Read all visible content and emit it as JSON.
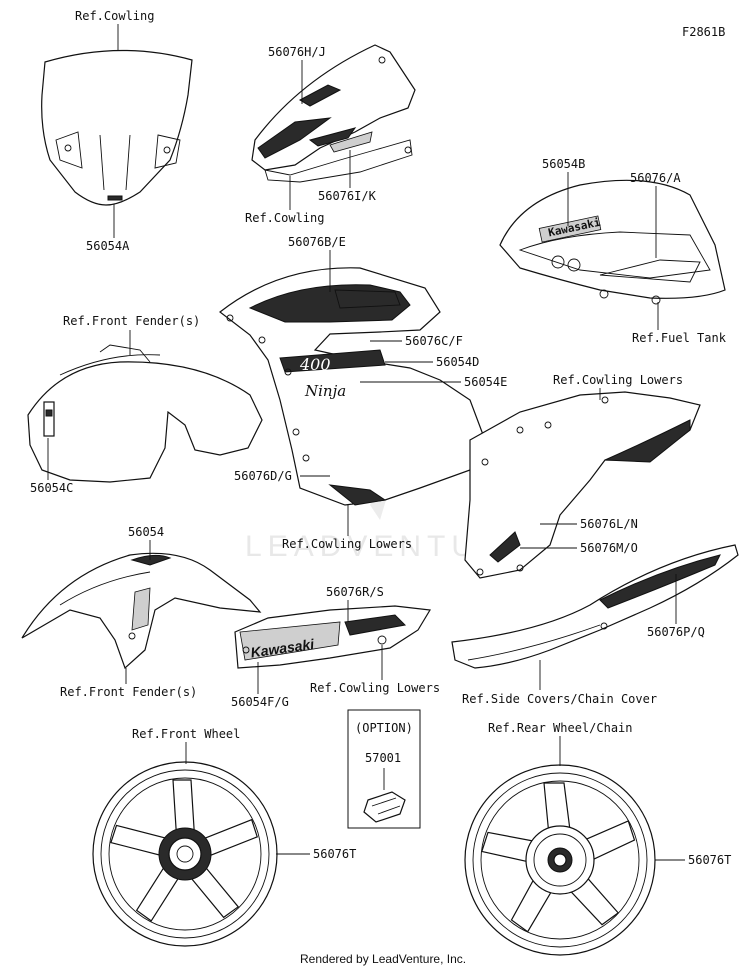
{
  "diagram": {
    "figure_code": "F2861B",
    "watermark": "LEADVENTURE",
    "footer": "Rendered by LeadVenture, Inc.",
    "labels": {
      "windshield_ref": "Ref.Cowling",
      "windshield_part": "56054A",
      "upper_cowl_top": "56076H/J",
      "upper_cowl_mid": "56076I/K",
      "upper_cowl_ref": "Ref.Cowling",
      "tank_a": "56054B",
      "tank_b": "56076/A",
      "tank_ref": "Ref.Fuel Tank",
      "side_cowl_top": "56076B/E",
      "side_cowl_cf": "56076C/F",
      "side_cowl_d": "56054D",
      "side_cowl_e": "56054E",
      "side_cowl_dg": "56076D/G",
      "side_cowl_ref": "Ref.Cowling Lowers",
      "front_fender_ref_top": "Ref.Front Fender(s)",
      "front_fender_c": "56054C",
      "lower_cowl_ref": "Ref.Cowling Lowers",
      "lower_cowl_ln": "56076L/N",
      "lower_cowl_mo": "56076M/O",
      "front_fender2_part": "56054",
      "front_fender2_ref": "Ref.Front Fender(s)",
      "belly_rs": "56076R/S",
      "belly_fg": "56054F/G",
      "belly_ref": "Ref.Cowling Lowers",
      "side_cover_pq": "56076P/Q",
      "side_cover_ref": "Ref.Side Covers/Chain Cover",
      "option_title": "(OPTION)",
      "option_part": "57001",
      "front_wheel_ref": "Ref.Front Wheel",
      "front_wheel_part": "56076T",
      "rear_wheel_ref": "Ref.Rear Wheel/Chain",
      "rear_wheel_part": "56076T"
    },
    "decals": {
      "kawasaki": "Kawasaki",
      "ninja": "Ninja",
      "model": "400"
    }
  }
}
